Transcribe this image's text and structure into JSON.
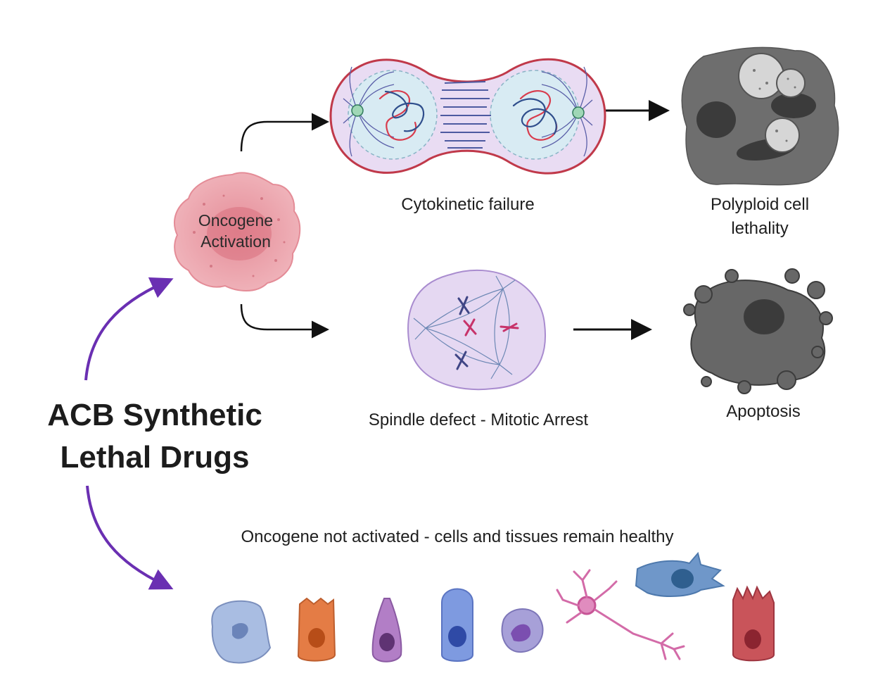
{
  "title": {
    "line1": "ACB Synthetic",
    "line2": "Lethal Drugs"
  },
  "oncogene_cell": {
    "line1": "Oncogene",
    "line2": "Activation"
  },
  "top_path": {
    "stage_label": "Cytokinetic failure",
    "outcome_line1": "Polyploid cell",
    "outcome_line2": "lethality"
  },
  "middle_path": {
    "stage_label": "Spindle defect - Mitotic Arrest",
    "outcome_label": "Apoptosis"
  },
  "bottom_path": {
    "caption": "Oncogene not activated -  cells and tissues remain healthy"
  },
  "colors": {
    "purple_arrow": "#6a2fb2",
    "black_arrow": "#111111",
    "oncogene_cell": "#e9a3ab",
    "dividing_cell": "#e7dcf3",
    "dividing_outline": "#c0394a",
    "dead_cell": "#6b6b6b",
    "spindle_cell": "#e3d6f1"
  },
  "icons": [
    "oncogene-cell-icon",
    "dividing-cell-icon",
    "polyploid-cell-icon",
    "spindle-cell-icon",
    "apoptotic-cell-icon",
    "healthy-cell-icons"
  ]
}
